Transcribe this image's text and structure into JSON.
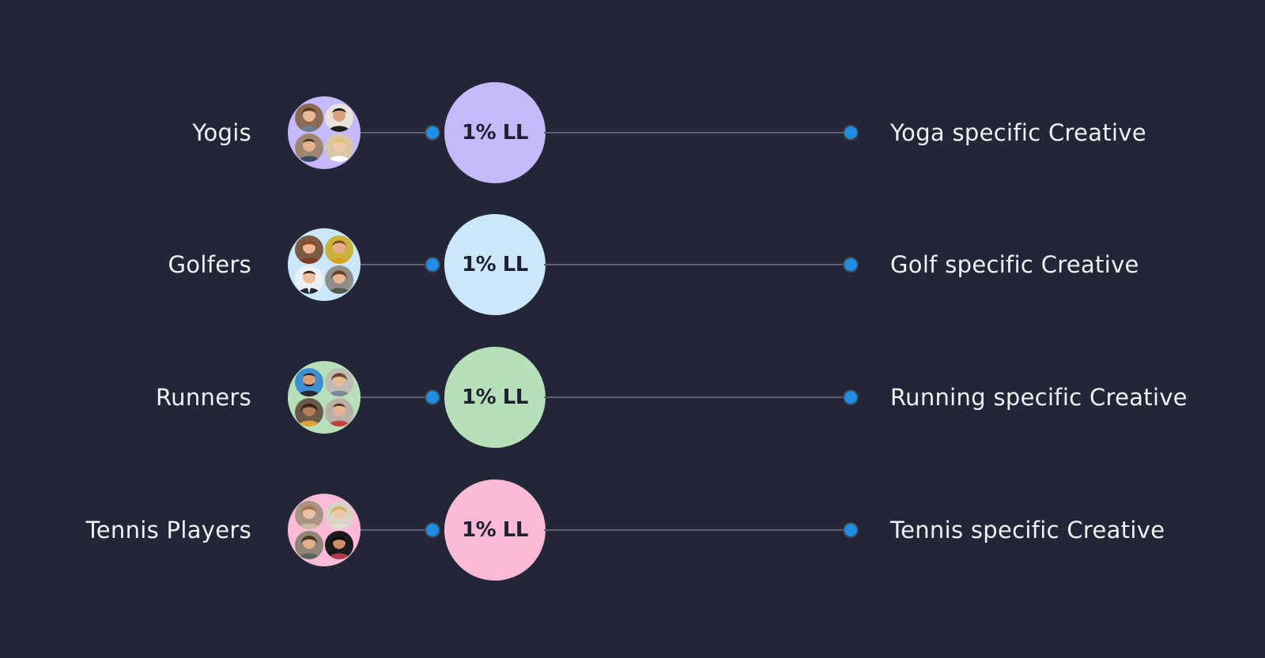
{
  "colors": {
    "background": "#222637",
    "connector_line": "#5b6174",
    "node_dot": "#1d8ee2",
    "text": "#f1f2f5"
  },
  "rows": [
    {
      "segment": "Yogis",
      "bubble": "1% LL",
      "bubble_color": "#c6b9fb",
      "avatar_ring_color": "#c6b9fb",
      "creative": "Yoga specific Creative"
    },
    {
      "segment": "Golfers",
      "bubble": "1% LL",
      "bubble_color": "#cbe7fc",
      "avatar_ring_color": "#cbe7fc",
      "creative": "Golf specific Creative"
    },
    {
      "segment": "Runners",
      "bubble": "1% LL",
      "bubble_color": "#b6dfba",
      "avatar_ring_color": "#b6dfba",
      "creative": "Running specific Creative"
    },
    {
      "segment": "Tennis Players",
      "bubble": "1% LL",
      "bubble_color": "#fbbbd6",
      "avatar_ring_color": "#fbbbd6",
      "creative": "Tennis specific Creative"
    }
  ]
}
